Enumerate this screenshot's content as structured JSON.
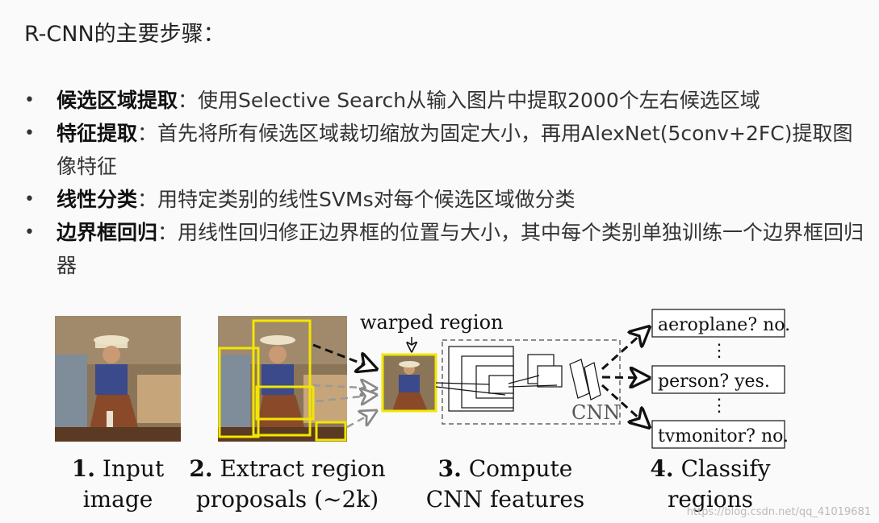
{
  "title": "R-CNN的主要步骤：",
  "bullets": [
    {
      "term": "候选区域提取",
      "sep": "：",
      "text": "使用Selective Search从输入图片中提取2000个左右候选区域"
    },
    {
      "term": "特征提取",
      "sep": "：",
      "text": "首先将所有候选区域裁切缩放为固定大小，再用AlexNet(5conv+2FC)提取图像特征"
    },
    {
      "term": "线性分类",
      "sep": "：",
      "text": "用特定类别的线性SVMs对每个候选区域做分类"
    },
    {
      "term": "边界框回归",
      "sep": "：",
      "text": "用线性回归修正边界框的位置与大小，其中每个类别单独训练一个边界框回归器"
    }
  ],
  "diagram": {
    "warped_label": "warped region",
    "cnn_label": "CNN",
    "classes": [
      "aeroplane? no.",
      "person? yes.",
      "tvmonitor? no."
    ],
    "dots": "⋮",
    "steps": [
      {
        "num": "1.",
        "line1": " Input",
        "line2": "image"
      },
      {
        "num": "2.",
        "line1": " Extract region",
        "line2": "proposals (~2k)"
      },
      {
        "num": "3.",
        "line1": " Compute",
        "line2": "CNN features"
      },
      {
        "num": "4.",
        "line1": " Classify",
        "line2": "regions"
      }
    ],
    "colors": {
      "highlight": "#f2e600",
      "sky": "#7a6a55",
      "shirt": "#3a4a8a",
      "horse": "#8a4a2a"
    }
  },
  "watermark": "https://blog.csdn.net/qq_41019681"
}
